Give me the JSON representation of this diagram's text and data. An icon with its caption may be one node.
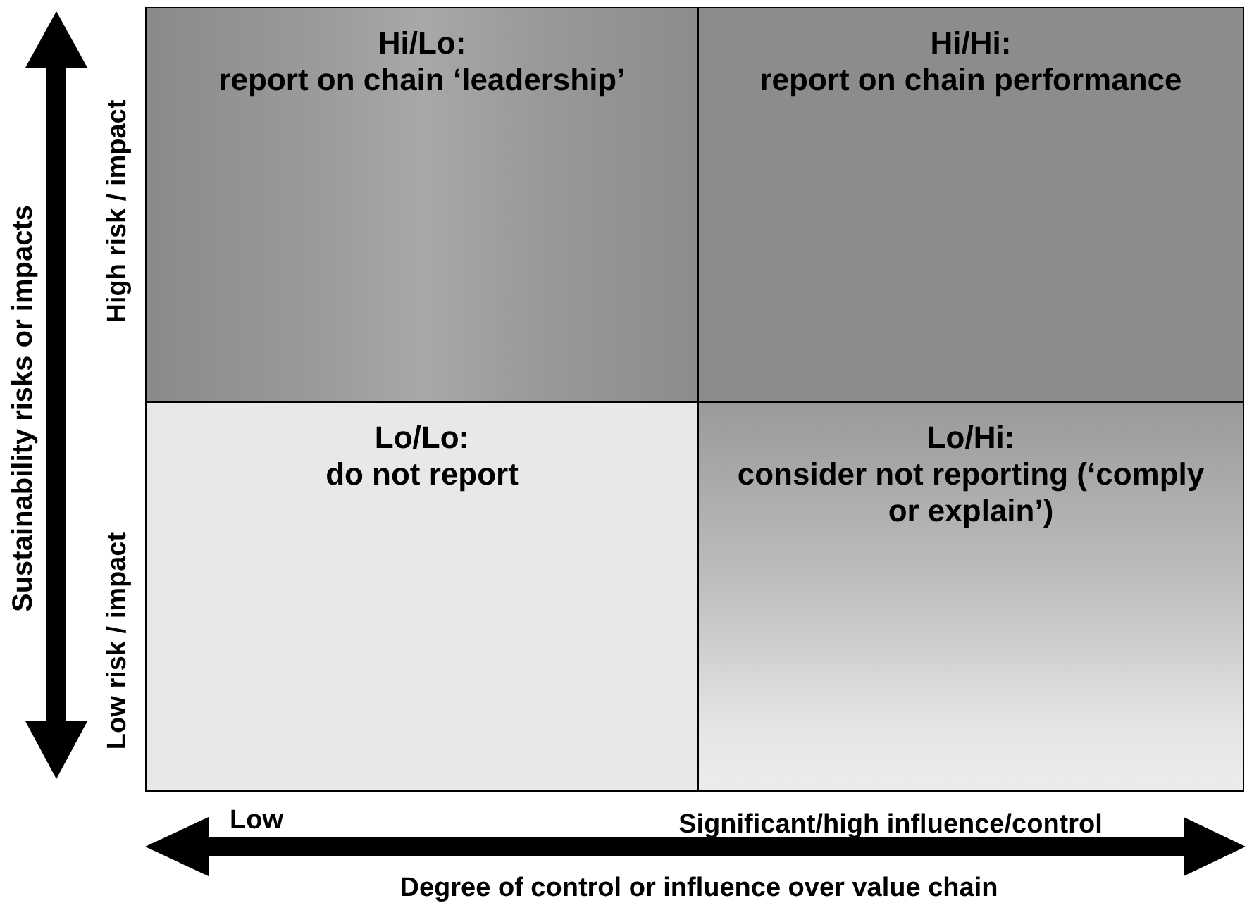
{
  "diagram": {
    "nodes": [
      {
        "text": [
          "Hi/Lo:",
          "report on chain ‘leadership’"
        ]
      },
      {
        "text": [
          "Hi/Hi:",
          "report on chain performance"
        ]
      },
      {
        "text": [
          "Lo/Lo:",
          "do not report"
        ]
      },
      {
        "text": [
          "Lo/Hi:",
          "consider not reporting (‘comply or explain’)"
        ]
      }
    ],
    "labels": [
      "Sustainability risks or impacts",
      "High risk / impact",
      "Low risk / impact",
      "Low",
      "Significant/high influence/control",
      "Degree of control or influence over value chain"
    ]
  }
}
